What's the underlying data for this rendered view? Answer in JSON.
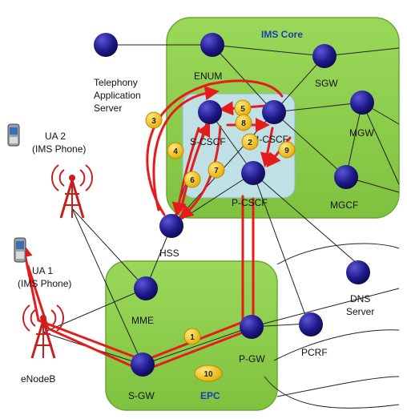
{
  "colors": {
    "region_fill": "#8cd04a",
    "region_stroke": "#6aa833",
    "inner_box_fill": "#bfe1e6",
    "node_fill": "#1f1a8a",
    "flow_arrow": "#e61c1c",
    "badge_fill": "#f4c20d",
    "title_text": "#1a3fb0"
  },
  "regions": {
    "ims_core": "IMS Core",
    "epc": "EPC"
  },
  "nodes": {
    "enum": "ENUM",
    "sgw_ims": "SGW",
    "mgw": "MGW",
    "mgcf": "MGCF",
    "scscf": "S-CSCF",
    "icscf": "I-CSCF",
    "pcscf": "P-CSCF",
    "hss": "HSS",
    "tas_line1": "Telephony",
    "tas_line2": "Application",
    "tas_line3": "Server",
    "dns_line1": "DNS",
    "dns_line2": "Server",
    "pcrf": "PCRF",
    "mme": "MME",
    "sgw_epc": "S-GW",
    "pgw": "P-GW",
    "enodeb": "eNodeB",
    "ua2_line1": "UA 2",
    "ua2_line2": "(IMS Phone)",
    "ua1_line1": "UA 1",
    "ua1_line2": "(IMS Phone)"
  },
  "steps": [
    "1",
    "2",
    "3",
    "4",
    "5",
    "6",
    "7",
    "8",
    "9",
    "10"
  ],
  "icons": {
    "node": "network-node-icon",
    "phone": "mobile-phone-icon",
    "antenna": "cell-tower-icon"
  }
}
